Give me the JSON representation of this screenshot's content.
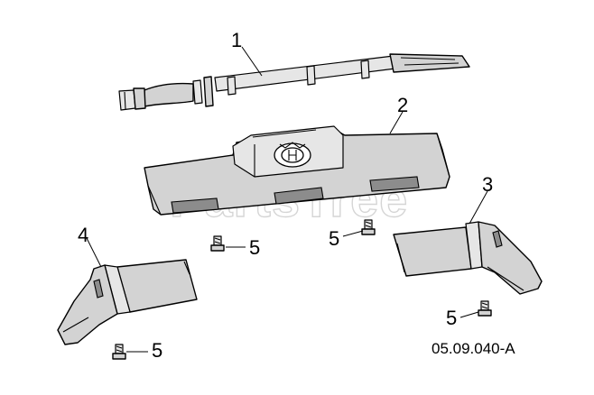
{
  "callouts": [
    {
      "id": "handle",
      "label": "1"
    },
    {
      "id": "cover",
      "label": "2"
    },
    {
      "id": "right-guard",
      "label": "3"
    },
    {
      "id": "left-guard",
      "label": "4"
    },
    {
      "id": "bolt-a",
      "label": "5"
    },
    {
      "id": "bolt-b",
      "label": "5"
    },
    {
      "id": "bolt-c",
      "label": "5"
    },
    {
      "id": "bolt-d",
      "label": "5"
    }
  ],
  "drawing_number": "05.09.040-A",
  "watermark": "PartsTree",
  "colors": {
    "part_fill": "#d3d3d3",
    "part_dark": "#8c8c8c",
    "watermark": "#c8c8c8"
  }
}
